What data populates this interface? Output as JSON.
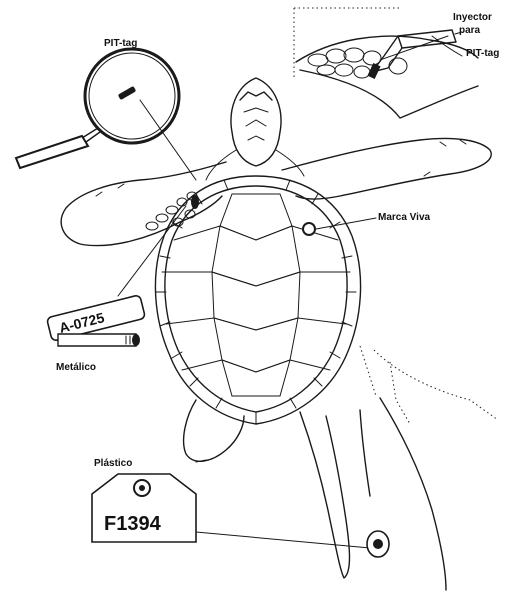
{
  "labels": {
    "pit_tag": "PIT-tag",
    "injector_line1": "Inyector",
    "injector_line2": "para",
    "injector_line3": "PIT-tag",
    "marca_viva": "Marca Viva",
    "metal_tag_code": "A-0725",
    "metalico": "Metálico",
    "plastico": "Plástico",
    "plastic_tag_code": "F1394"
  },
  "colors": {
    "ink": "#1a1a1a",
    "background": "#ffffff"
  }
}
